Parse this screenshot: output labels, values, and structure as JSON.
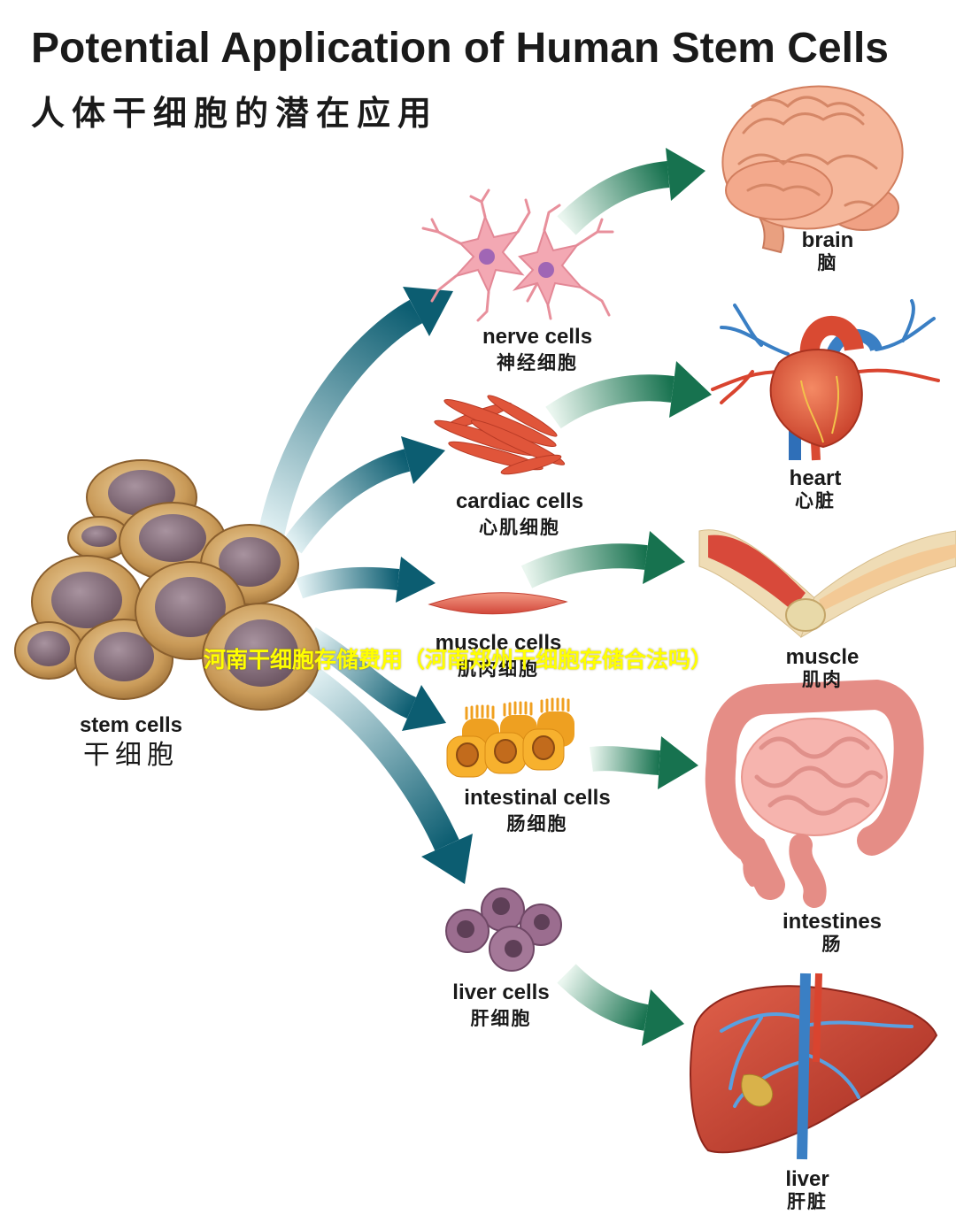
{
  "title": "Potential Application of Human Stem Cells",
  "subtitle": "人体干细胞的潜在应用",
  "source": {
    "en": "stem cells",
    "zh": "干细胞"
  },
  "cells": [
    {
      "en": "nerve cells",
      "zh": "神经细胞"
    },
    {
      "en": "cardiac cells",
      "zh": "心肌细胞"
    },
    {
      "en": "muscle cells",
      "zh": "肌肉细胞"
    },
    {
      "en": "intestinal cells",
      "zh": "肠细胞"
    },
    {
      "en": "liver cells",
      "zh": "肝细胞"
    }
  ],
  "organs": [
    {
      "en": "brain",
      "zh": "脑"
    },
    {
      "en": "heart",
      "zh": "心脏"
    },
    {
      "en": "muscle",
      "zh": "肌肉"
    },
    {
      "en": "intestines",
      "zh": "肠"
    },
    {
      "en": "liver",
      "zh": "肝脏"
    }
  ],
  "watermark": "河南干细胞存储费用（河南郑州干细胞存储合法吗）",
  "colors": {
    "text": "#1a1a1a",
    "watermark": "#ffff00",
    "stem_arrow": "#0c5d71",
    "organ_arrow": "#17724f"
  }
}
